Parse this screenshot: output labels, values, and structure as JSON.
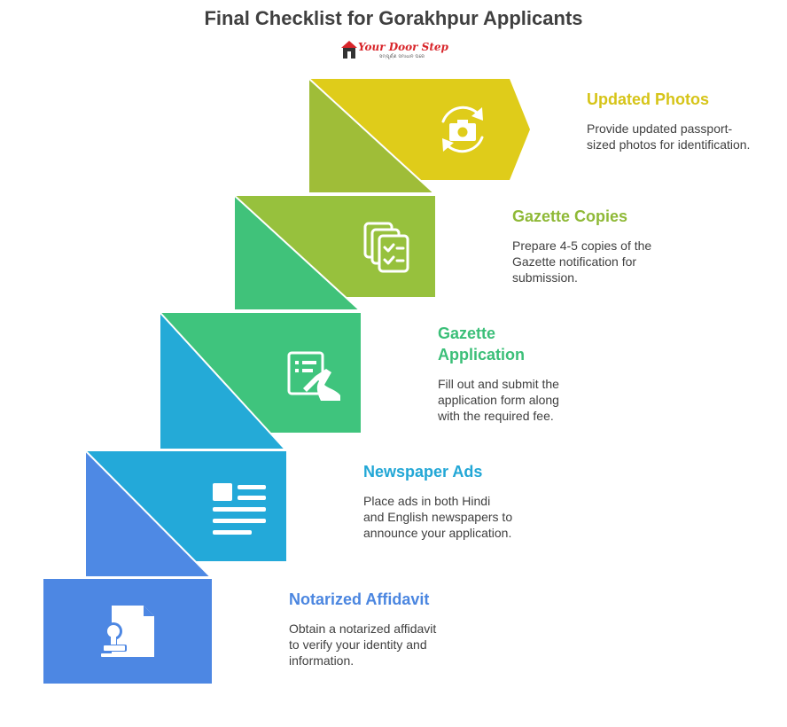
{
  "title": "Final Checklist for Gorakhpur Applicants",
  "logo": {
    "name": "Your Door Step",
    "tagline": "ସମ୍ପୂର୍ଣ୍ଣ ସମାଧାନ ଘରେ"
  },
  "steps": [
    {
      "title": "Updated Photos",
      "description": "Provide updated passport-sized photos for identification.",
      "color": "#dfcc1a",
      "icon": "camera-rotate-icon"
    },
    {
      "title": "Gazette Copies",
      "description": "Prepare 4-5 copies of the Gazette notification for submission.",
      "color": "#97c13d",
      "icon": "copies-checklist-icon"
    },
    {
      "title": "Gazette Application",
      "description": "Fill out and submit the application form along with the required fee.",
      "color": "#3fc47d",
      "icon": "form-sign-icon"
    },
    {
      "title": "Newspaper Ads",
      "description": "Place ads in both Hindi and English newspapers to announce your application.",
      "color": "#23a9d9",
      "icon": "newspaper-icon"
    },
    {
      "title": "Notarized Affidavit",
      "description": "Obtain a notarized affidavit to verify your identity and information.",
      "color": "#4d87e3",
      "icon": "notary-stamp-icon"
    }
  ]
}
